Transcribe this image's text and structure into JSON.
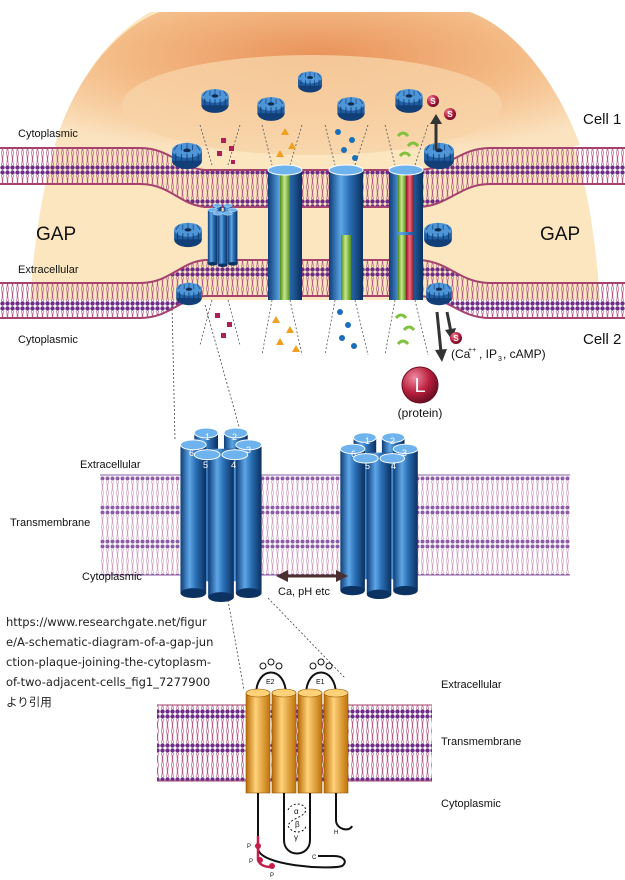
{
  "top": {
    "cell1": "Cell 1",
    "cell2": "Cell 2",
    "gap_left": "GAP",
    "gap_right": "GAP",
    "cytoplasmic_upper": "Cytoplasmic",
    "extracellular": "Extracellular",
    "cytoplasmic_lower": "Cytoplasmic",
    "s_glyph": "S",
    "l_glyph": "L",
    "protein": "(protein)",
    "ca": "(Ca",
    "ca_sup": "++",
    "ip": ", IP",
    "ip_sub": "3",
    "camp": ", cAMP)"
  },
  "middle": {
    "extracellular": "Extracellular",
    "transmembrane": "Transmembrane",
    "cytoplasmic": "Cytoplasmic",
    "gating": "Ca, pH etc",
    "subunits": [
      "1",
      "2",
      "3",
      "4",
      "5",
      "6"
    ]
  },
  "bottom": {
    "extracellular": "Extracellular",
    "transmembrane": "Transmembrane",
    "cytoplasmic": "Cytoplasmic",
    "e1": "E1",
    "e2": "E2",
    "alpha": "α",
    "beta": "β",
    "gamma": "γ",
    "h": "H",
    "c": "C",
    "p": "P"
  },
  "source_note": "https://www.researchgate.net/figure/A-schematic-diagram-of-a-gap-junction-plaque-joining-the-cytoplasm-of-two-adjacent-cells_fig1_7277900より引用",
  "colors": {
    "membrane_top": "#a6426e",
    "membrane_lipid": "#7b2e8a",
    "connexon_blue": "#2a6fb5",
    "connexin_orange": "#f0a020",
    "green": "#8ec63f",
    "red": "#d2334a",
    "cell_orange": "#f3b27a",
    "gap_cream": "#fbe8c2"
  }
}
